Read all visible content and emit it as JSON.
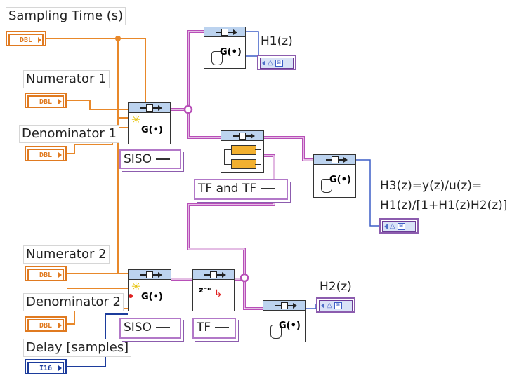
{
  "controls": {
    "sampling_time": {
      "label": "Sampling Time (s)",
      "type": "DBL"
    },
    "numerator1": {
      "label": "Numerator 1",
      "type": "DBL"
    },
    "denominator1": {
      "label": "Denominator 1",
      "type": "DBL"
    },
    "numerator2": {
      "label": "Numerator 2",
      "type": "DBL"
    },
    "denominator2": {
      "label": "Denominator 2",
      "type": "DBL"
    },
    "delay": {
      "label": "Delay [samples]",
      "type": "I16"
    }
  },
  "indicators": {
    "h1": "H1(z)",
    "h2": "H2(z)",
    "h3_line1": "H3(z)=y(z)/u(z)=",
    "h3_line2": "H1(z)/[1+H1(z)H2(z)]"
  },
  "selectors": {
    "siso1": "SISO",
    "tf_and_tf": "TF and TF",
    "siso2": "SISO",
    "tf": "TF"
  },
  "vi_text": {
    "g_label": "G(•)",
    "z_label": "z⁻ⁿ"
  },
  "colors": {
    "dbl_wire": "#e8882a",
    "tf_wire": "#b84fb8",
    "i16_wire": "#1c3c9c",
    "vi_header": "#bcd3ef"
  }
}
